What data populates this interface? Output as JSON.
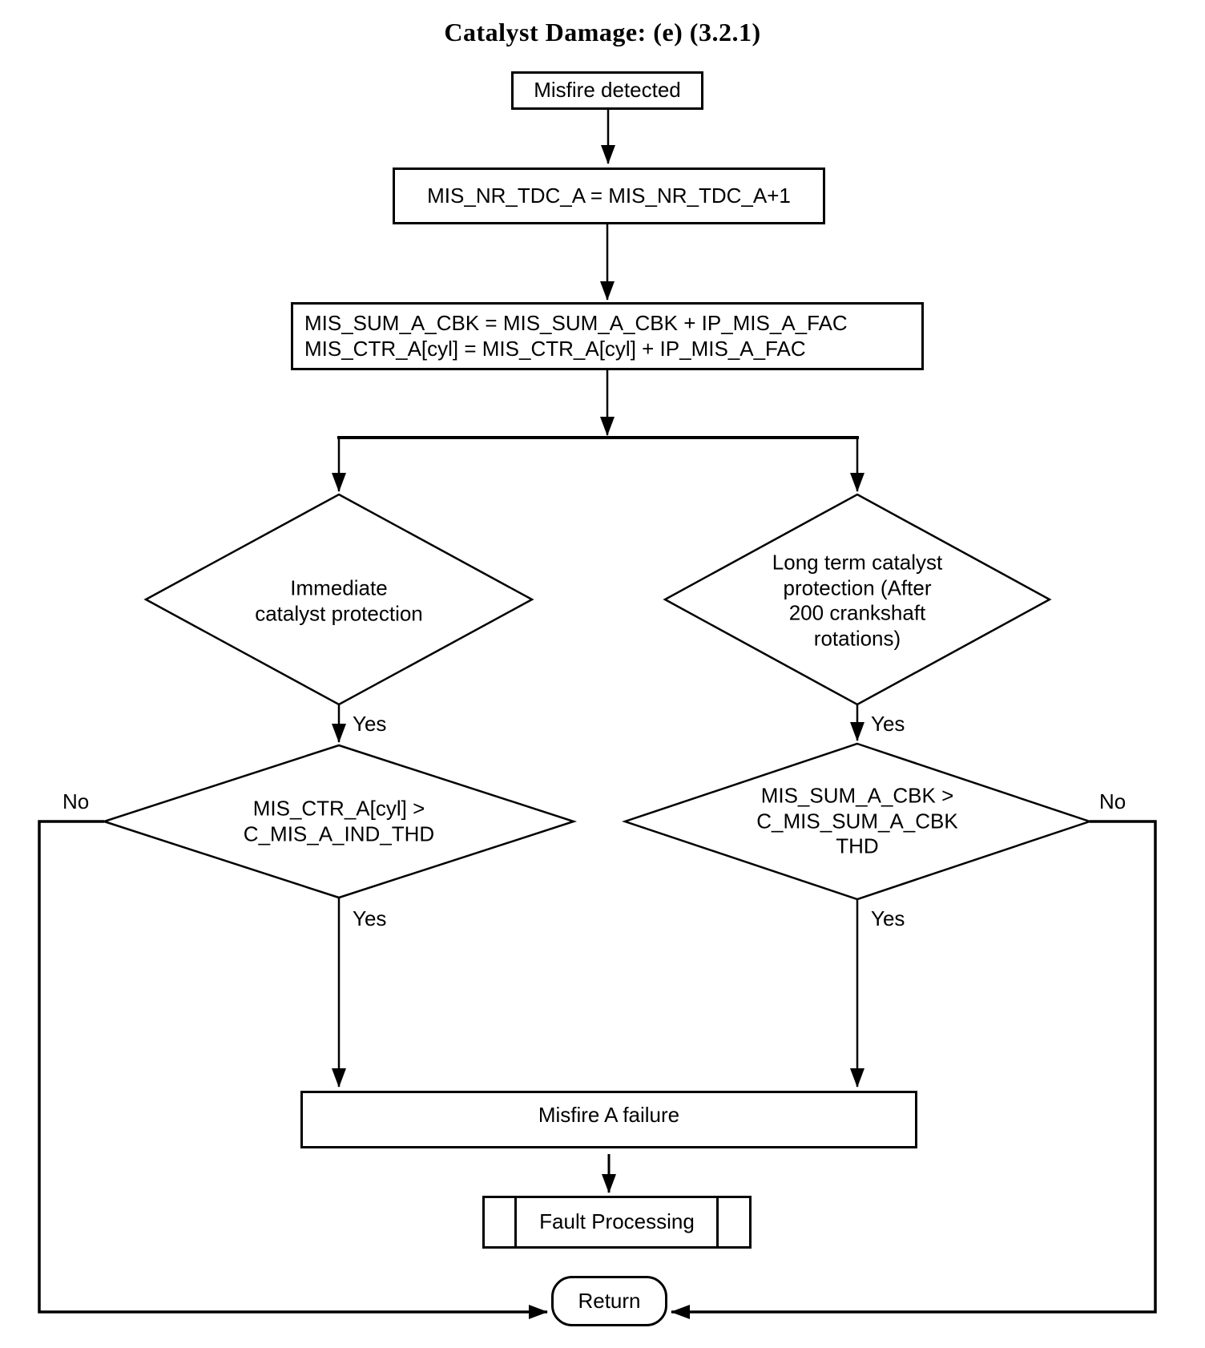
{
  "title": "Catalyst Damage: (e) (3.2.1)",
  "nodes": {
    "start": "Misfire detected",
    "process1": "MIS_NR_TDC_A = MIS_NR_TDC_A+1",
    "process2_line1": "MIS_SUM_A_CBK = MIS_SUM_A_CBK + IP_MIS_A_FAC",
    "process2_line2": "MIS_CTR_A[cyl] = MIS_CTR_A[cyl] + IP_MIS_A_FAC",
    "decision_immediate": "Immediate\ncatalyst protection",
    "decision_longterm": "Long term catalyst\nprotection (After\n200 crankshaft\nrotations)",
    "decision_ctr": "MIS_CTR_A[cyl] >\nC_MIS_A_IND_THD",
    "decision_sum": "MIS_SUM_A_CBK >\nC_MIS_SUM_A_CBK\nTHD",
    "failure": "Misfire A failure",
    "fault_processing": "Fault Processing",
    "return": "Return"
  },
  "edges": {
    "immediate_yes": "Yes",
    "longterm_yes": "Yes",
    "ctr_yes": "Yes",
    "sum_yes": "Yes",
    "ctr_no": "No",
    "sum_no": "No"
  },
  "colors": {
    "line": "#000000",
    "background": "#ffffff",
    "text": "#000000"
  }
}
